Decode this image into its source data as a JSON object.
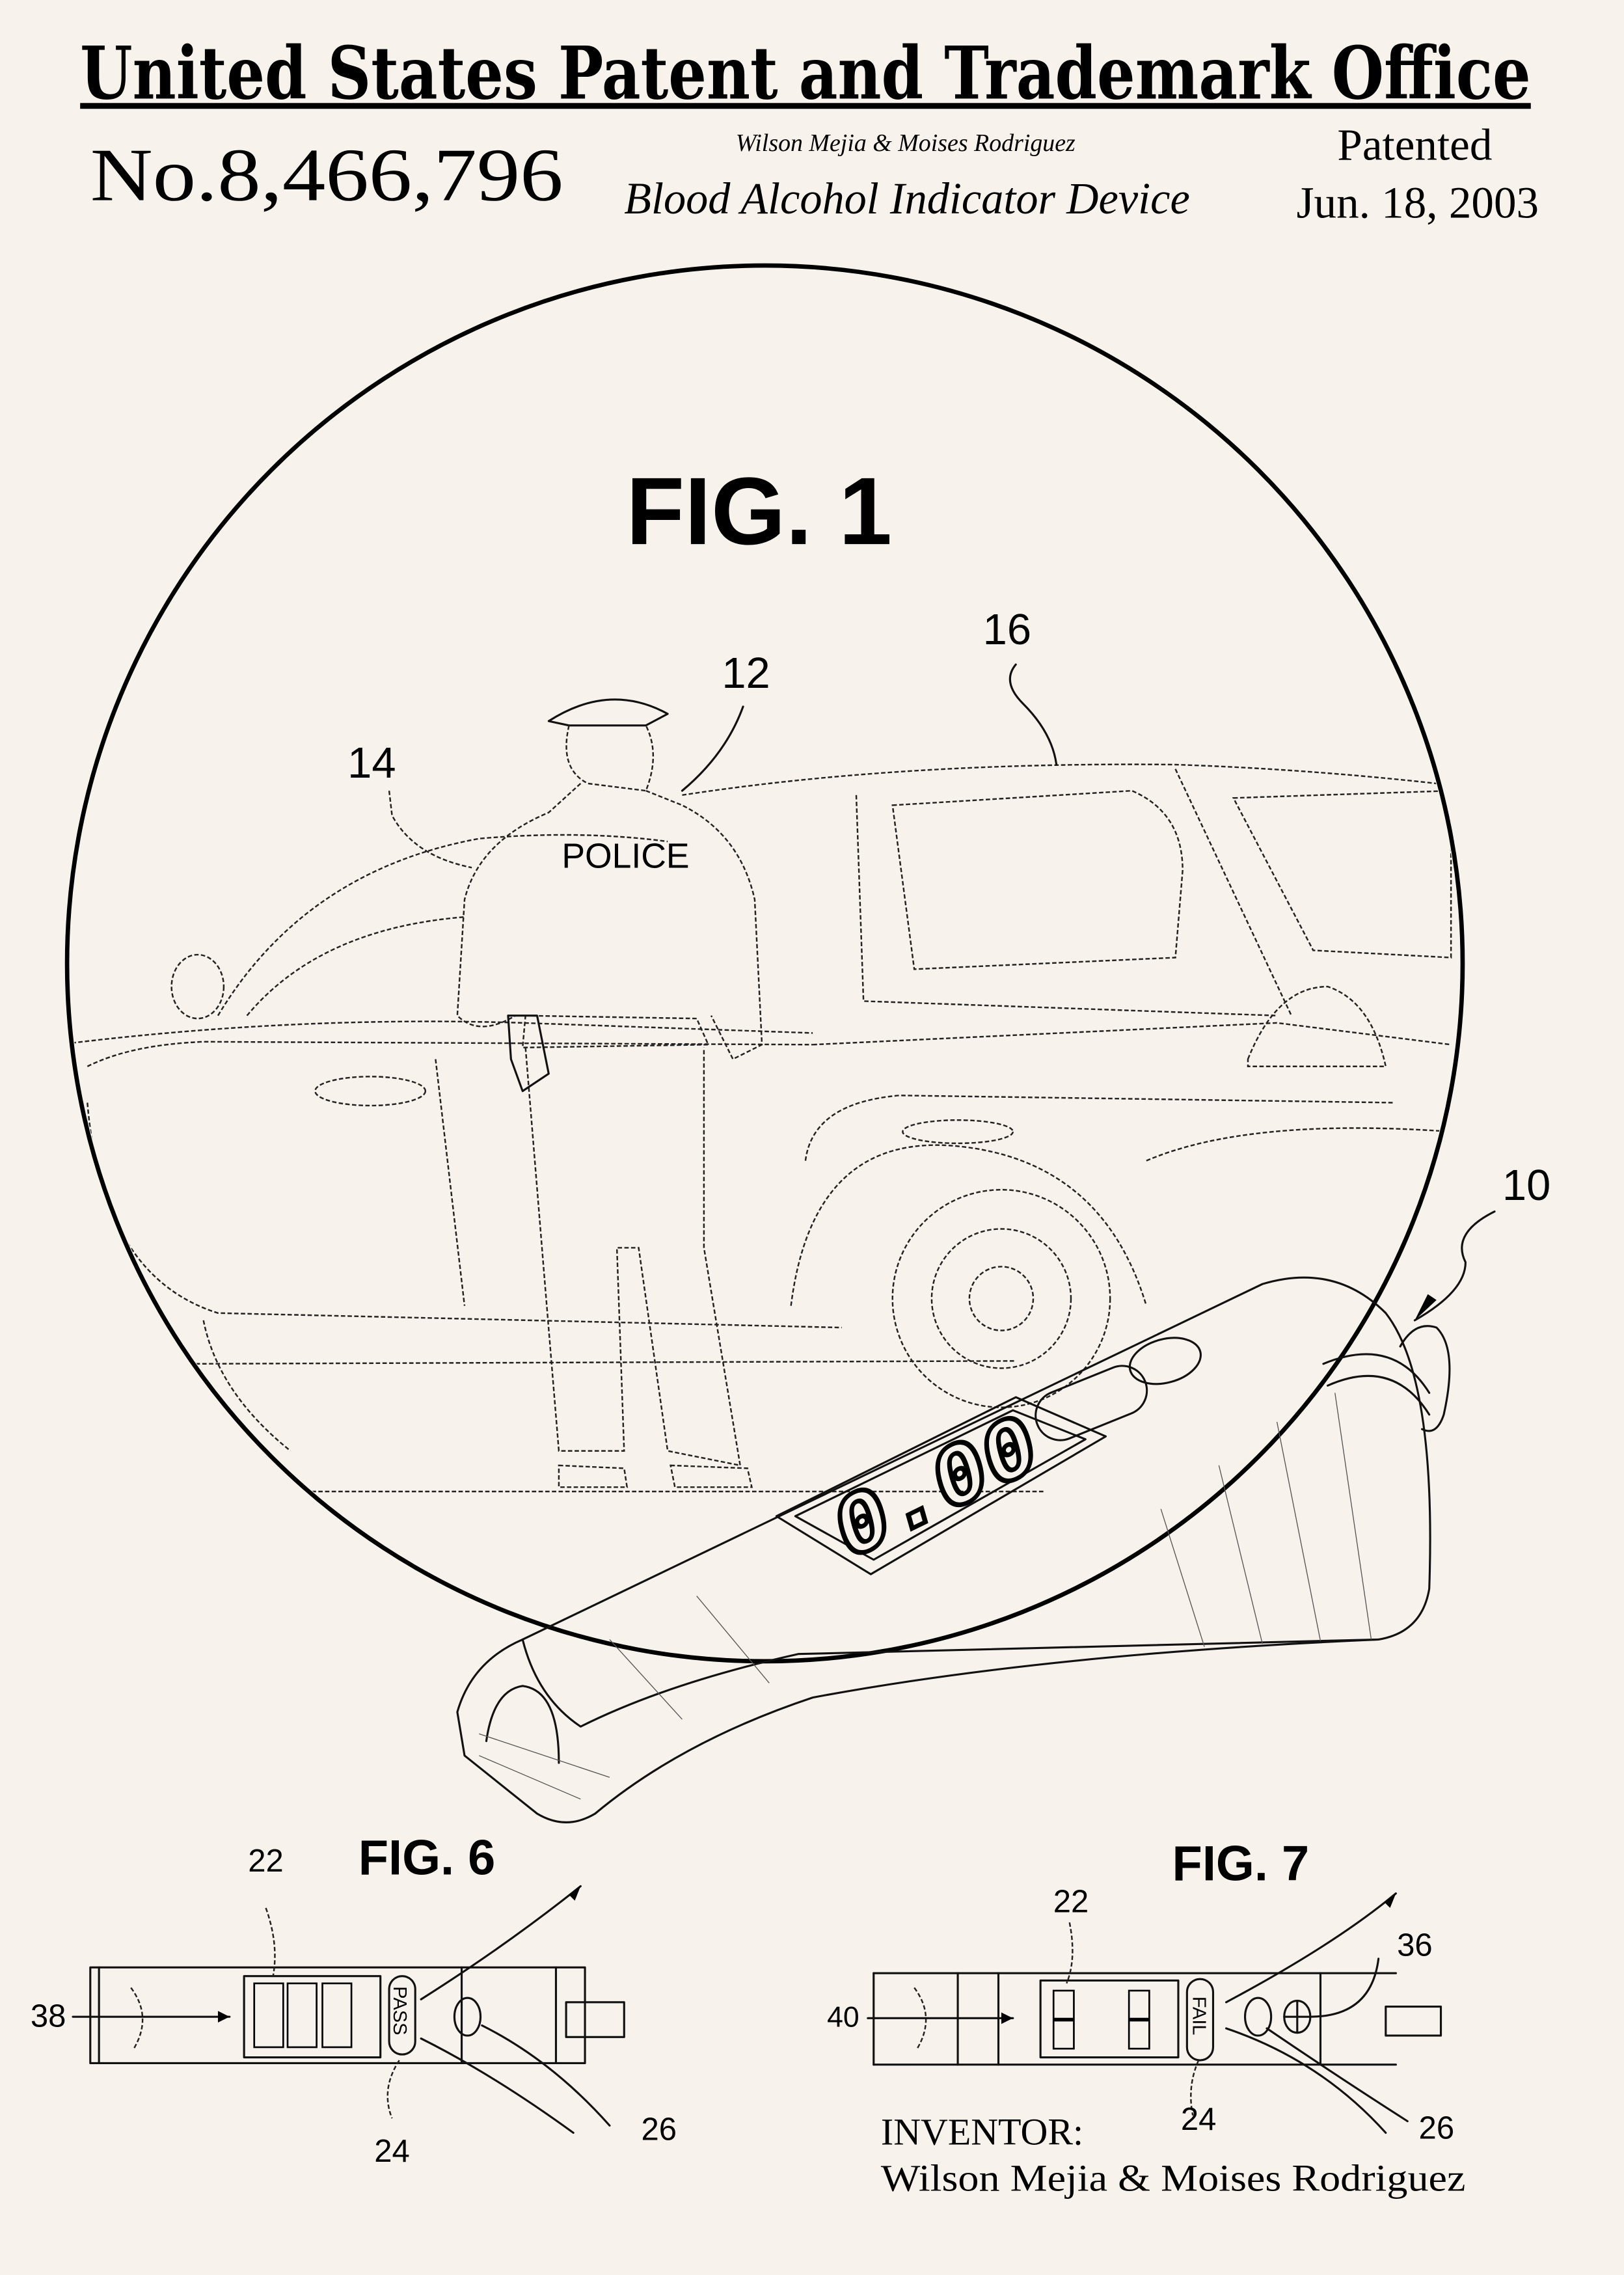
{
  "header": {
    "office_title": "United States Patent and Trademark Office",
    "patent_number": "No.8,466,796",
    "inventors_small": "Wilson Mejia & Moises Rodriguez",
    "invention_title": "Blood Alcohol Indicator Device",
    "patented_label": "Patented",
    "patent_date": "Jun. 18, 2003"
  },
  "fig1": {
    "title": "FIG. 1",
    "labels": {
      "l16": "16",
      "l12": "12",
      "l14": "14",
      "l10": "10"
    },
    "jacket_text": "POLICE",
    "display_reading": "0.00"
  },
  "fig6": {
    "title": "FIG. 6",
    "labels": {
      "l22": "22",
      "l38": "38",
      "l24": "24",
      "l26": "26"
    },
    "status": "PASS"
  },
  "fig7": {
    "title": "FIG. 7",
    "labels": {
      "l22": "22",
      "l40": "40",
      "l36": "36",
      "l24": "24",
      "l26": "26"
    },
    "status": "FAIL"
  },
  "footer": {
    "inventor_label": "INVENTOR:",
    "inventor_names": "Wilson Mejia & Moises Rodriguez"
  },
  "colors": {
    "paper": "#f7f2ec",
    "ink": "#000000"
  }
}
